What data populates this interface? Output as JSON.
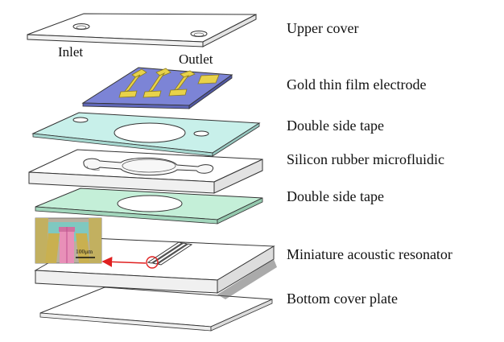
{
  "layers": [
    {
      "id": "upper-cover",
      "label": "Upper cover"
    },
    {
      "id": "gold-electrode",
      "label": "Gold thin film electrode"
    },
    {
      "id": "tape-top",
      "label": "Double side tape"
    },
    {
      "id": "silicon-rubber",
      "label": "Silicon rubber microfluidic"
    },
    {
      "id": "tape-bottom",
      "label": "Double side tape"
    },
    {
      "id": "resonator",
      "label": "Miniature acoustic resonator"
    },
    {
      "id": "bottom-plate",
      "label": "Bottom cover plate"
    }
  ],
  "ports": {
    "inlet": "Inlet",
    "outlet": "Outlet"
  },
  "inset": {
    "scale_label": "100μm"
  },
  "colors": {
    "electrode_plate": "#7c84d6",
    "gold": "#e8d24a",
    "tape_top": "#c8f0ea",
    "tape_bottom": "#c4efd8",
    "callout_arrow": "#e02020",
    "inset_pink": "#e890b8",
    "inset_teal": "#7fc8c0"
  }
}
